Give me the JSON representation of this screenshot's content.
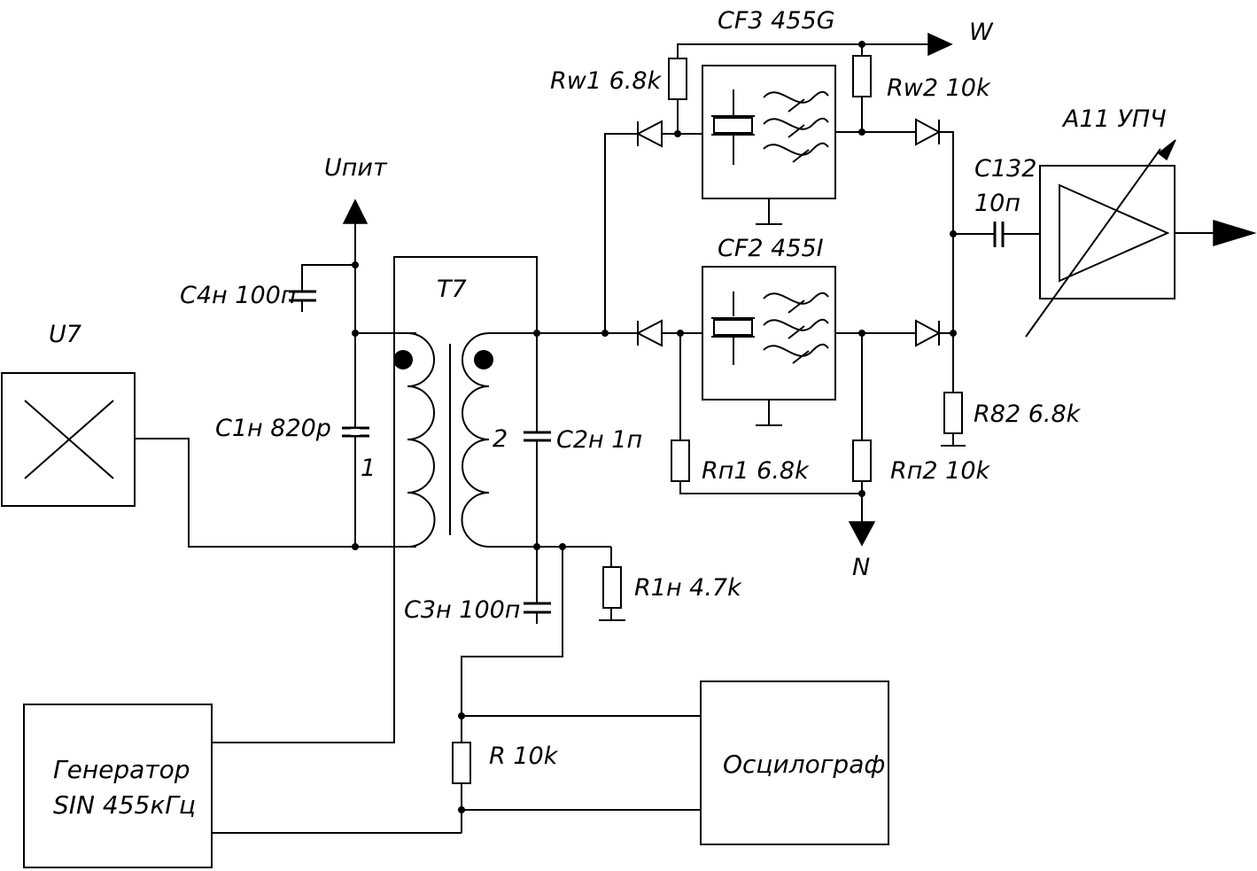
{
  "labels": {
    "u7": "U7",
    "upit": "Uпит",
    "c4": "C4н 100п",
    "c1": "C1н 820р",
    "winding1": "1",
    "winding2": "2",
    "t7": "T7",
    "c2": "C2н 1п",
    "c3": "C3н 100п",
    "r1": "R1н 4.7k",
    "cf3": "CF3 455G",
    "w": "W",
    "rw1": "Rw1 6.8k",
    "rw2": "Rw2 10k",
    "cf2": "CF2 455I",
    "rn1": "Rп1 6.8k",
    "rn2": "Rп2 10k",
    "n": "N",
    "r82": "R82 6.8k",
    "c132a": "C132",
    "c132b": "10п",
    "a11": "A11 УПЧ",
    "r10": "R 10k",
    "gen1": "Генератор",
    "gen2": "SIN 455кГц",
    "osc": "Осцилограф"
  }
}
